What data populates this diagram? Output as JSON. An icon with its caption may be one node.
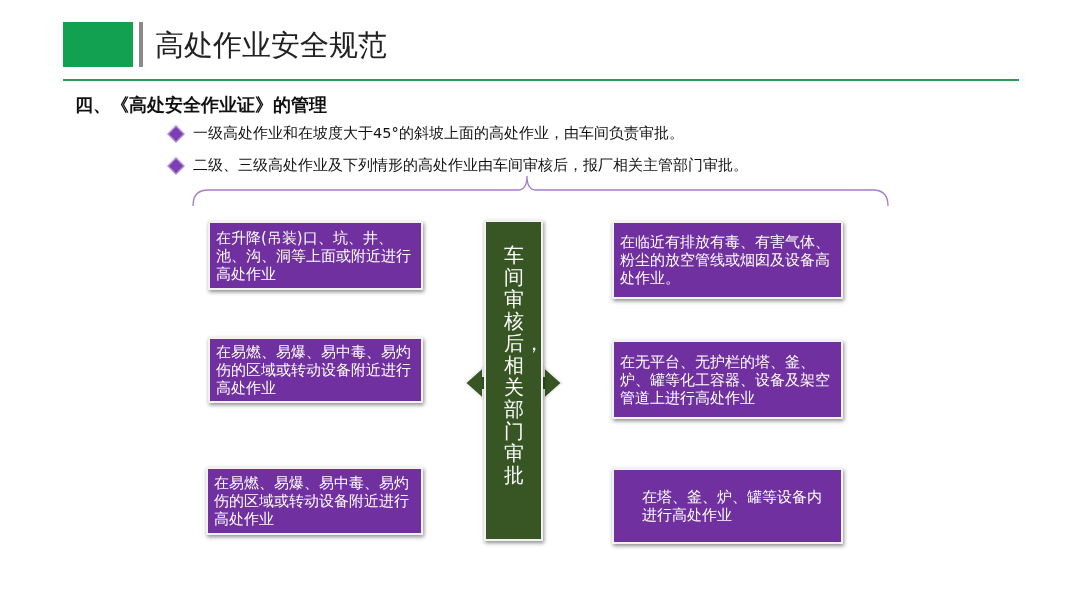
{
  "diagram": {
    "title": "高处作业安全规范",
    "nodes": [
      {
        "text": [
          "在升降(吊装)口、坑、井、池、沟、洞等上面或附近进行高处作业"
        ]
      },
      {
        "text": [
          "车间审核后，相关部门审批"
        ]
      },
      {
        "text": [
          "在临近有排放有毒、有害气体、粉尘的放空管线或烟囱及设备高处作业。"
        ]
      },
      {
        "text": [
          "在易燃、易爆、易中毒、易灼伤的区域或转动设备附近进行高处作业"
        ]
      },
      {
        "text": [
          "在无平台、无护栏的塔、釜、炉、罐等化工容器、设备及架空管道上进行高处作业"
        ]
      },
      {
        "text": [
          "在易燃、易爆、易中毒、易灼伤的区域或转动设备附近进行高处作业"
        ]
      },
      {
        "text": [
          "在塔、釜、炉、罐等设备内进行高处作业"
        ]
      }
    ],
    "labels": [
      "四、《高处安全作业证》的管理",
      "一级高处作业和在坡度大于45°的斜坡上面的高处作业，由车间负责审批。",
      "二级、三级高处作业及下列情形的高处作业由车间审核后，报厂相关主管部门审批。"
    ]
  }
}
